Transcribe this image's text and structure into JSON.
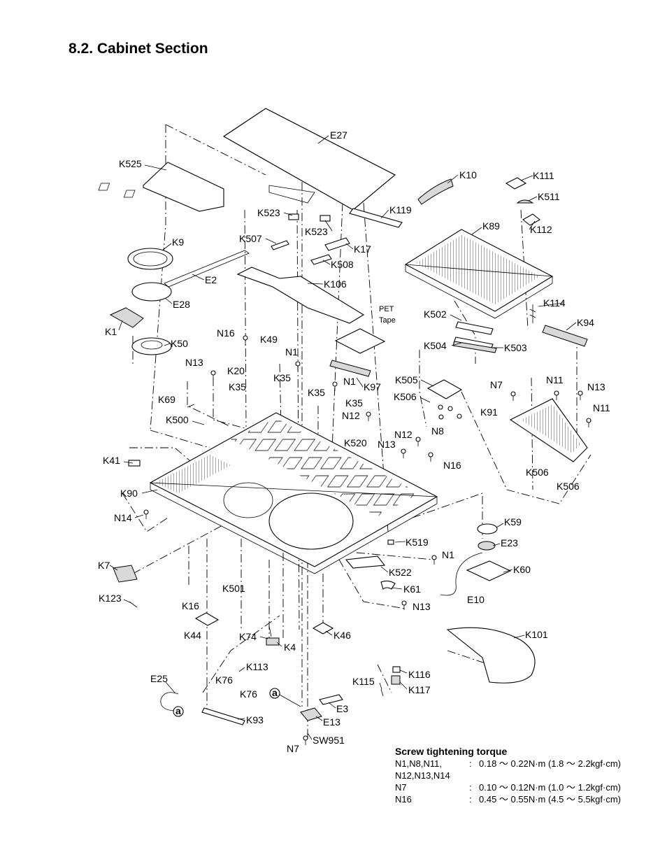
{
  "title": "8.2.  Cabinet Section",
  "labels": {
    "E27": "E27",
    "K525": "K525",
    "K10": "K10",
    "K111": "K111",
    "K511": "K511",
    "K523a": "K523",
    "K523b": "K523",
    "K119": "K119",
    "K112": "K112",
    "K89": "K89",
    "K9": "K9",
    "K507": "K507",
    "K17": "K17",
    "K508": "K508",
    "E2": "E2",
    "K106": "K106",
    "E28": "E28",
    "PET": "PET",
    "Tape": "Tape",
    "K114": "K114",
    "K502": "K502",
    "K94": "K94",
    "K1": "K1",
    "K50": "K50",
    "N16a": "N16",
    "K49": "K49",
    "N1a": "N1",
    "K504": "K504",
    "K503": "K503",
    "N13a": "N13",
    "K20": "K20",
    "N1b": "N1",
    "K97": "K97",
    "K505": "K505",
    "N7a": "N7",
    "N11a": "N11",
    "N13b": "N13",
    "K35a": "K35",
    "K35b": "K35",
    "K35c": "K35",
    "K35d": "K35",
    "K506a": "K506",
    "K69": "K69",
    "N12a": "N12",
    "N11b": "N11",
    "K91": "K91",
    "K500": "K500",
    "N8": "N8",
    "N12b": "N12",
    "K520": "K520",
    "N13c": "N13",
    "K41": "K41",
    "N16b": "N16",
    "K506b": "K506",
    "K90": "K90",
    "K506c": "K506",
    "N14": "N14",
    "K59": "K59",
    "K519": "K519",
    "E23": "E23",
    "N1c": "N1",
    "K7": "K7",
    "K60": "K60",
    "K522": "K522",
    "K501": "K501",
    "K61": "K61",
    "K123": "K123",
    "E10": "E10",
    "K16": "K16",
    "N13d": "N13",
    "K44": "K44",
    "K74": "K74",
    "K46": "K46",
    "K101": "K101",
    "K4": "K4",
    "K113": "K113",
    "E25": "E25",
    "K76a": "K76",
    "K116": "K116",
    "K115": "K115",
    "K117": "K117",
    "K76b": "K76",
    "a1": "a",
    "a2": "a",
    "E3": "E3",
    "K93": "K93",
    "E13": "E13",
    "SW951": "SW951",
    "N7b": "N7"
  },
  "torque": {
    "heading": "Screw tightening torque",
    "rows": [
      {
        "screws": "N1,N8,N11,",
        "colon": ":",
        "value": "0.18 ～ 0.22N·m (1.8 ～ 2.2kgf·cm)"
      },
      {
        "screws": "N12,N13,N14",
        "colon": "",
        "value": ""
      },
      {
        "screws": "N7",
        "colon": ":",
        "value": "0.10 ～ 0.12N·m (1.0 ～ 1.2kgf·cm)"
      },
      {
        "screws": "N16",
        "colon": ":",
        "value": "0.45 ～ 0.55N·m (4.5 ～ 5.5kgf·cm)"
      }
    ]
  }
}
